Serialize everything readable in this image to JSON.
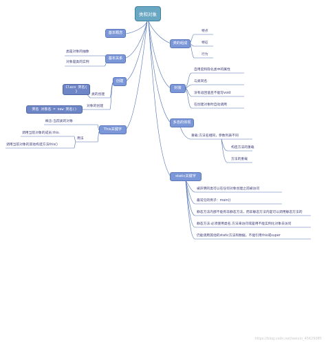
{
  "root": "类和对象",
  "nodes": {
    "basic_concept": "基本概念",
    "basic_relation": "基本关系",
    "create": "创建",
    "this_keyword": "This关键字",
    "class_composition": "类的组成",
    "encapsulation": "封装",
    "polymorphism": "多态的体现",
    "static_keyword": "static关键字"
  },
  "code_nodes": {
    "class_decl": "Class 类名{ }",
    "new_object": "类名 对象名 = new 类名()"
  },
  "leaves": {
    "relation_1": "类是对象的抽象",
    "relation_2": "对象是类的实例",
    "create_class": "类的创建",
    "create_object": "对象的创建",
    "this_usage": "用法",
    "this_meaning": "概念:当前类的对象",
    "this_use_1": "调用当前对象的成员:this.",
    "this_use_2": "调用当前对象的其他构造方法this()",
    "comp_1": "特点",
    "comp_2": "特征",
    "comp_3": "行为",
    "enc_1": "自用度和隐化类中的属性",
    "enc_2": "与类同名",
    "enc_3": "没有返回值且不能写void",
    "enc_4": "在创建对象时自动调用",
    "poly_1": "重载:方法名相同，参数列表不同",
    "poly_2": "构造方法的重载",
    "poly_3": "方法的重载",
    "static_1": "被声明的类可以在任何对象创建之前被访问",
    "static_2": "最常见的例子：main()",
    "static_3": "静态方法内部不能有非静态方法，而非静态方法内是可以调用静态方法的",
    "static_4": "静态方法:必须使用类名.方法来访问或是用不能实例化对象去访问",
    "static_5": "仍能调用其他的static方法和数据，不能引用this或super"
  },
  "watermark": "https://blog.csdn.net/weixin_45629085",
  "colors": {
    "node_fill": "#7c97d8",
    "root_fill": "#6aa7c3",
    "line": "#4b6fb0",
    "leaf_text": "#3b3b7a"
  }
}
